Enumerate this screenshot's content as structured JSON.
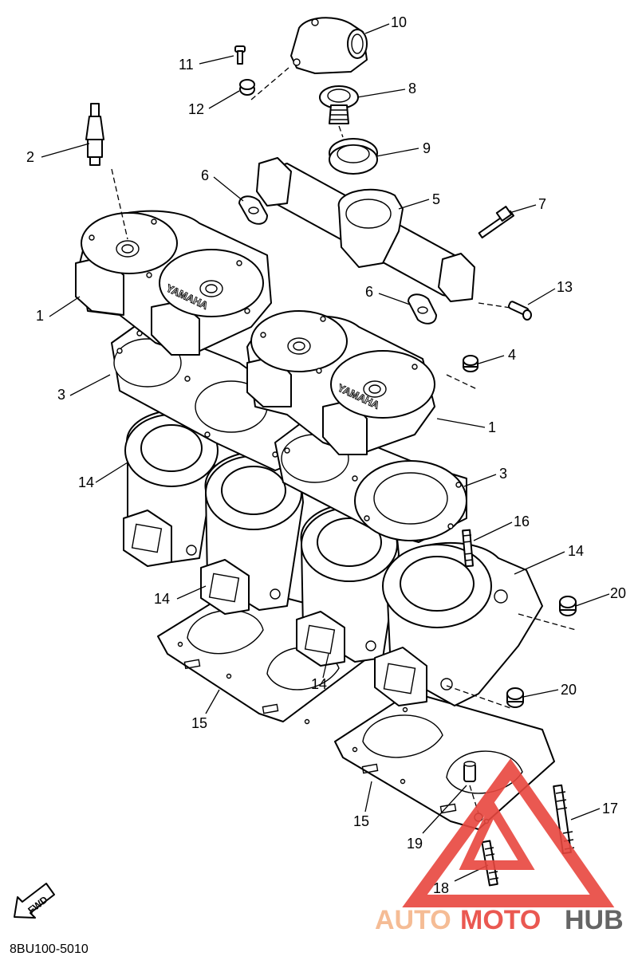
{
  "diagram_code": "8BU100-5010",
  "head_marking": "YAMAHA",
  "direction_label": "FWD",
  "watermark": {
    "brand_part1": "AUTO",
    "brand_part2": "MOTO",
    "brand_part3": "HUB",
    "color_light": "#f5b58a",
    "color_mid": "#e8473f",
    "color_dark": "#555555"
  },
  "callouts": {
    "c10": "10",
    "c11": "11",
    "c12": "12",
    "c8": "8",
    "c2": "2",
    "c9": "9",
    "c6a": "6",
    "c5": "5",
    "c7": "7",
    "c6b": "6",
    "c13": "13",
    "c1a": "1",
    "c4": "4",
    "c3a": "3",
    "c1b": "1",
    "c14a": "14",
    "c3b": "3",
    "c16": "16",
    "c14b": "14",
    "c20a": "20",
    "c14c": "14",
    "c14d": "14",
    "c20b": "20",
    "c15a": "15",
    "c15b": "15",
    "c17": "17",
    "c19": "19",
    "c18": "18"
  }
}
